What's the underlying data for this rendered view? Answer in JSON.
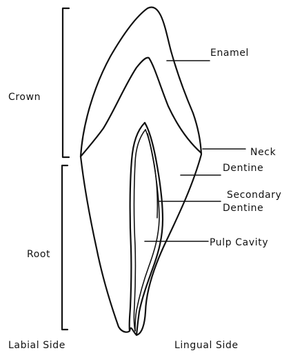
{
  "labels": {
    "enamel": "Enamel",
    "crown": "Crown",
    "neck": "Neck",
    "dentine": "Dentine",
    "secondary_dentine_1": "Secondary",
    "secondary_dentine_2": "Dentine",
    "pulp_cavity": "Pulp Cavity",
    "root": "Root",
    "labial_side": "Labial Side",
    "lingual_side": "Lingual Side"
  }
}
